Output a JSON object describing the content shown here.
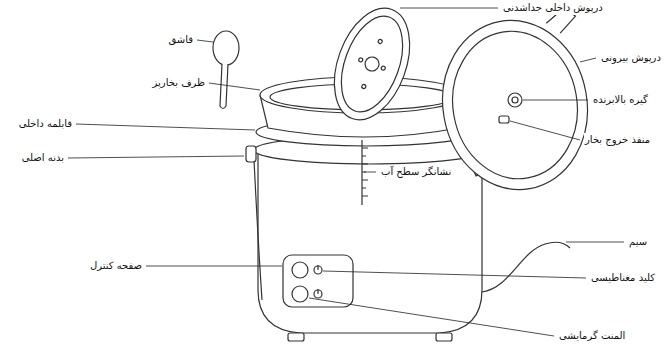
{
  "diagram": {
    "labels": [
      "درپوش داخلی جداشدنی",
      "قاشق",
      "درپوش بیرونی",
      "ظرف بخارپز",
      "گیره بالابرنده",
      "قابلمه داخلی",
      "منفذ خروج بخار",
      "بدنه اصلی",
      "نشانگر سطح آب",
      "سیم",
      "صفحه کنترل",
      "کلید مغناطیسی",
      "المنت گرمایشی"
    ]
  }
}
